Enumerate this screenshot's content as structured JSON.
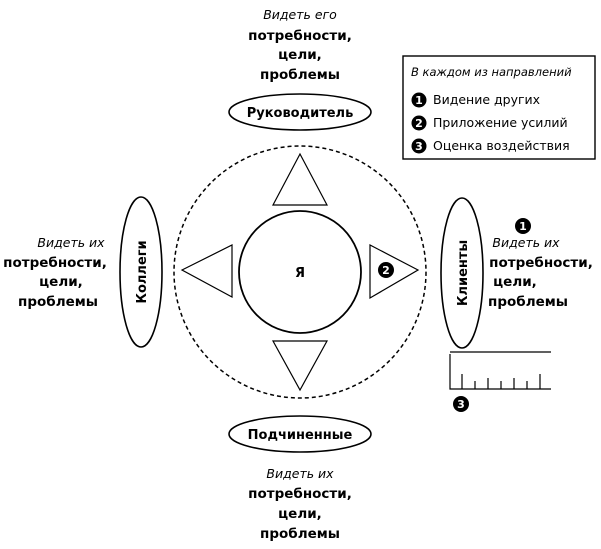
{
  "center": {
    "label": "Я"
  },
  "nodes": {
    "top": {
      "label": "Руководитель",
      "lines": [
        "Видеть его",
        "потребности,",
        "цели,",
        "проблемы"
      ]
    },
    "bottom": {
      "label": "Подчиненные",
      "lines": [
        "Видеть их",
        "потребности,",
        "цели,",
        "проблемы"
      ]
    },
    "left": {
      "label": "Коллеги",
      "lines": [
        "Видеть их",
        "потребности,",
        "цели,",
        "проблемы"
      ]
    },
    "right": {
      "label": "Клиенты",
      "lines": [
        "Видеть их",
        "потребности,",
        "цели,",
        "проблемы"
      ]
    }
  },
  "legend": {
    "title": "В каждом из направлений",
    "items": [
      {
        "num": "1",
        "text": "Видение других"
      },
      {
        "num": "2",
        "text": "Приложение усилий"
      },
      {
        "num": "3",
        "text": "Оценка воздействия"
      }
    ]
  },
  "markers": {
    "vision": "1",
    "effort": "2",
    "impact": "3"
  }
}
